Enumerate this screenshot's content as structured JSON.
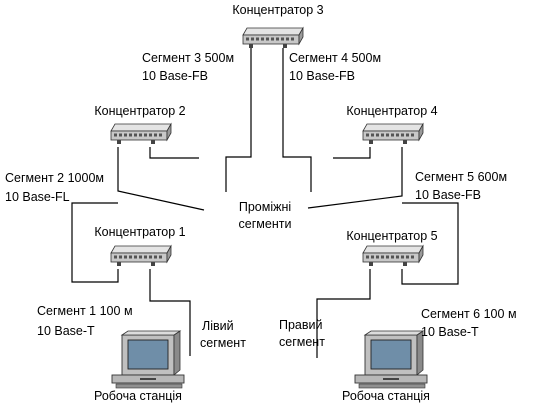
{
  "hubs": {
    "h1": "Концентратор 1",
    "h2": "Концентратор 2",
    "h3": "Концентратор 3",
    "h4": "Концентратор 4",
    "h5": "Концентратор 5"
  },
  "segments": {
    "s1": {
      "name": "Сегмент 1  100 м",
      "type": "10 Base-T"
    },
    "s2": {
      "name": "Сегмент 2  1000м",
      "type": "10 Base-FL"
    },
    "s3": {
      "name": "Сегмент 3  500м",
      "type": "10 Base-FB"
    },
    "s4": {
      "name": "Сегмент 4  500м",
      "type": "10 Base-FB"
    },
    "s5": {
      "name": "Сегмент 5  600м",
      "type": "10 Base-FB"
    },
    "s6": {
      "name": "Сегмент 6  100 м",
      "type": "10 Base-T"
    }
  },
  "labels": {
    "intermediate_1": "Проміжні",
    "intermediate_2": "сегменти",
    "left_1": "Лівий",
    "left_2": "сегмент",
    "right_1": "Правий",
    "right_2": "сегмент"
  },
  "workstations": {
    "left": "Робоча станція",
    "right": "Робоча станція"
  },
  "colors": {
    "hub_body": "#c8c8c8",
    "hub_dark": "#707070",
    "monitor_body": "#c0c0c0",
    "screen": "#6f8ea8"
  }
}
